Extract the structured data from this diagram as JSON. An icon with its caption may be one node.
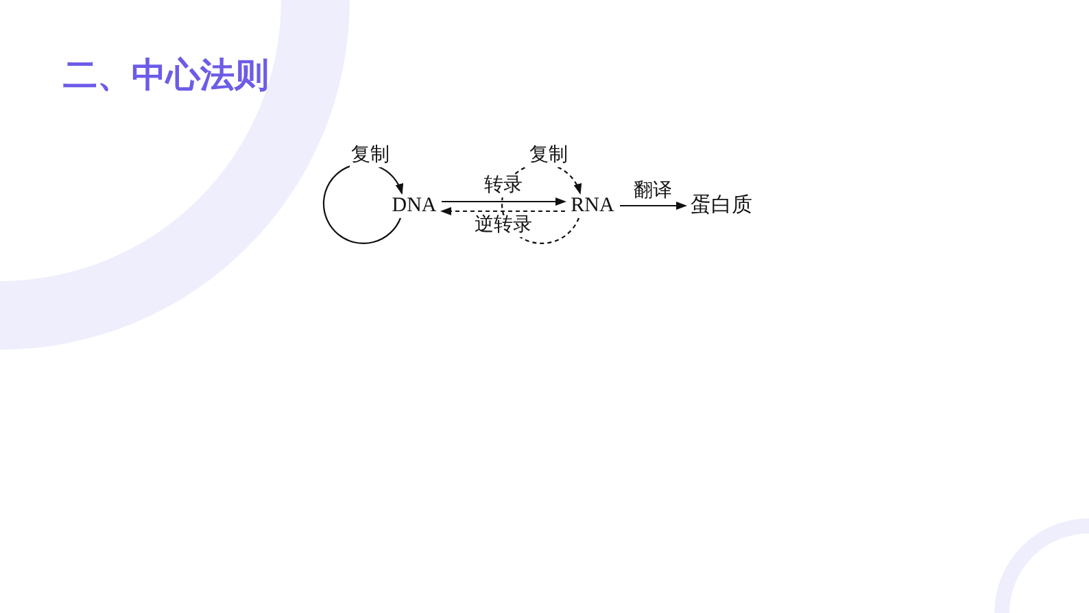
{
  "diagram": {
    "title": "二、中心法则",
    "nodes": [
      {
        "text": [
          "DNA"
        ]
      },
      {
        "text": [
          "RNA"
        ]
      },
      {
        "text": [
          "蛋白质"
        ]
      }
    ],
    "edges": [
      {
        "from": 0,
        "to": 0,
        "arrow": "to",
        "label": "复制"
      },
      {
        "from": 0,
        "to": 1,
        "arrow": "to",
        "label": "转录"
      },
      {
        "from": 1,
        "to": 0,
        "arrow": "to",
        "label": "逆转录",
        "style": "dashed"
      },
      {
        "from": 1,
        "to": 1,
        "arrow": "to",
        "label": "复制",
        "style": "dashed"
      },
      {
        "from": 1,
        "to": 2,
        "arrow": "to",
        "label": "翻译"
      }
    ]
  }
}
